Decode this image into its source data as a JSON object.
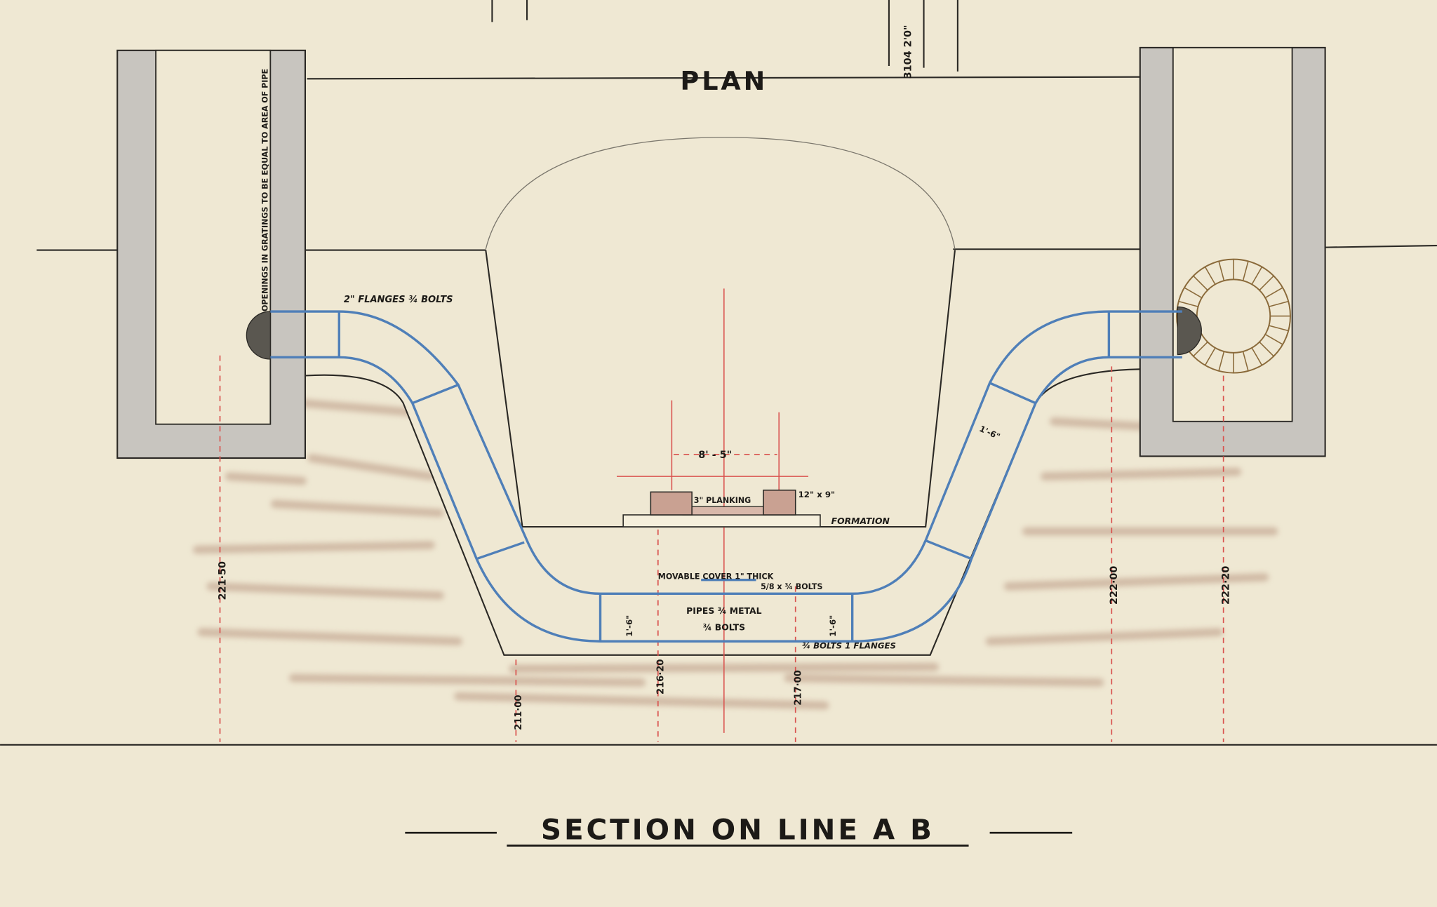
{
  "drawing": {
    "plan_label": "PLAN",
    "section_title": "SECTION ON LINE A B",
    "top_note": "3104 2'0\"",
    "annotations": {
      "grating_note": "OPENINGS IN GRATINGS TO BE EQUAL TO AREA OF PIPE",
      "flanges_left": "2\" FLANGES ¾ BOLTS",
      "gauge": "8' - 5\"",
      "planking": "3\" PLANKING",
      "sleeper": "12\" x 9\"",
      "formation": "FORMATION",
      "movable_cover": "MOVABLE COVER 1\" THICK",
      "cover_bolts": "5/8 x ¾ BOLTS",
      "pipes": "PIPES ¾ METAL",
      "pipe_bolts": "¾ BOLTS",
      "flanges_right": "¾ BOLTS 1 FLANGES",
      "pipe_dim_left": "1'-6\"",
      "pipe_dim_right": "1'-6\"",
      "pipe_dim_slope": "1'-6\""
    },
    "levels": [
      "221·50",
      "211·00",
      "216·20",
      "217·00",
      "222·00",
      "222·20"
    ],
    "colors": {
      "paper": "#efe8d3",
      "wall_grey": "#c8c5bf",
      "pipe_blue": "#4f7fb8",
      "datum_red": "#d9534f",
      "soil_brown": "#c9ad98",
      "rail_brown": "#c9a192"
    }
  }
}
